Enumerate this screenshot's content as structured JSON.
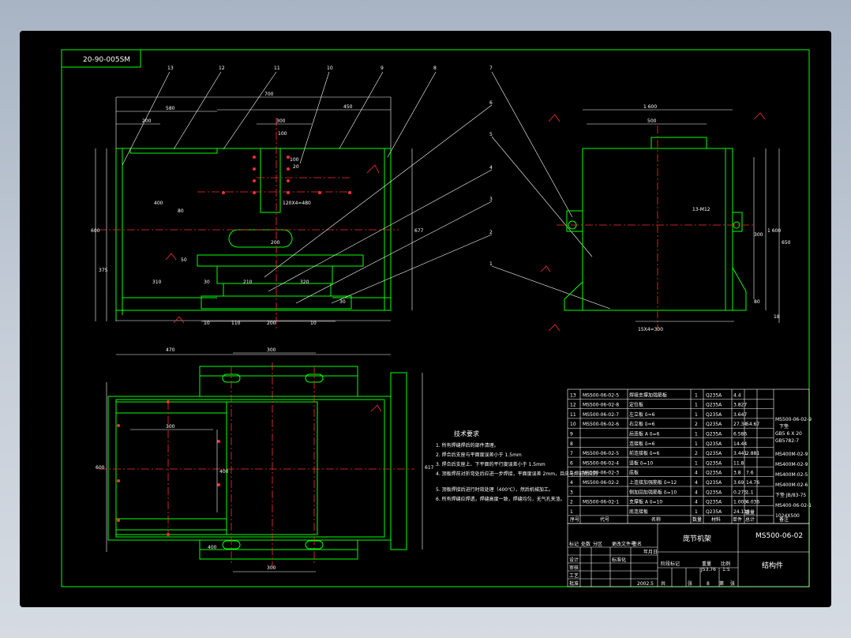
{
  "drawing_code": "20-90-005SM",
  "part_callouts": [
    "13",
    "12",
    "11",
    "10",
    "9",
    "8",
    "7",
    "6",
    "5",
    "4",
    "3",
    "2",
    "1"
  ],
  "dimensions": {
    "front": [
      "580",
      "200",
      "700",
      "450",
      "300",
      "100",
      "20",
      "400",
      "200",
      "600",
      "375",
      "310",
      "30",
      "210",
      "320",
      "10",
      "110",
      "200",
      "10",
      "30",
      "50",
      "677",
      "120X4=480",
      "100",
      "80"
    ],
    "side": [
      "1 600",
      "500",
      "1 600",
      "13-M12",
      "300",
      "650",
      "80",
      "15X4=300",
      "18"
    ],
    "plan": [
      "470",
      "300",
      "300",
      "400",
      "600",
      "617",
      "300",
      "400"
    ]
  },
  "notes": {
    "title": "技术要求",
    "items": [
      "1. 所有焊缝焊后的部件清理。",
      "2. 焊合后支座与平面度误差小于 1.5mm",
      "3. 焊合后支座上、下平面的平行度误差小于 1.5mm",
      "4. 顶板焊前对折弯处后应进一步焊接，平面度误差 2mm，且应与焊前对应的",
      "5. 顶板焊接后进行时效处理（400℃），然后机械加工。",
      "6. 所有焊缝应焊透，焊缝高度一致，焊缝均匀，无气孔夹渣。"
    ]
  },
  "bom": {
    "rows": [
      {
        "no": "13",
        "code": "MS500-06-02-5",
        "name": "焊接支撑加强筋板",
        "qty": "1",
        "mat": "Q235A",
        "w1": "4.4",
        "w2": ""
      },
      {
        "no": "12",
        "code": "MS500-06-02-8",
        "name": "定位板",
        "qty": "1",
        "mat": "Q235A",
        "w1": "3.827",
        "w2": ""
      },
      {
        "no": "11",
        "code": "MS500-06-02-7",
        "name": "左立板 δ=6",
        "qty": "1",
        "mat": "Q235A",
        "w1": "3.647",
        "w2": ""
      },
      {
        "no": "10",
        "code": "MS500-06-02-6",
        "name": "右立板  δ=6",
        "qty": "2",
        "mat": "Q235A",
        "w1": "27.34",
        "w2": "54.67"
      },
      {
        "no": "9",
        "code": "",
        "name": "后连板 A δ=6",
        "qty": "1",
        "mat": "Q235A",
        "w1": "6.586",
        "w2": ""
      },
      {
        "no": "8",
        "code": "",
        "name": "连接板 δ=6",
        "qty": "1",
        "mat": "Q235A",
        "w1": "14.44",
        "w2": ""
      },
      {
        "no": "7",
        "code": "MS500-06-02-5",
        "name": "前连接板 δ=6",
        "qty": "2",
        "mat": "Q235A",
        "w1": "3.441",
        "w2": "2.881"
      },
      {
        "no": "6",
        "code": "MS500-06-02-4",
        "name": "竖板 δ=10",
        "qty": "1",
        "mat": "Q235A",
        "w1": "11.8",
        "w2": ""
      },
      {
        "no": "5",
        "code": "MS500-06-02-3",
        "name": "底板",
        "qty": "4",
        "mat": "Q235A",
        "w1": "3.8",
        "w2": "7.6"
      },
      {
        "no": "4",
        "code": "MS500-06-02-2",
        "name": "上连接加强筋板 δ=12",
        "qty": "4",
        "mat": "Q235A",
        "w1": "3.69",
        "w2": "14.76"
      },
      {
        "no": "3",
        "code": "",
        "name": "侧加固加强筋板 δ=10",
        "qty": "4",
        "mat": "Q235A",
        "w1": "0.275",
        "w2": "1.1"
      },
      {
        "no": "2",
        "code": "MS500-06-02-1",
        "name": "支撑板 A δ=10",
        "qty": "4",
        "mat": "Q235A",
        "w1": "1.009",
        "w2": "4.036"
      },
      {
        "no": "1",
        "code": "",
        "name": "底连接板",
        "qty": "1",
        "mat": "Q235A",
        "w1": "24.115",
        "w2": ""
      }
    ],
    "side_refs": [
      "MS500-06-02-9",
      "下垫",
      "GB5 6 X 20",
      "GB5782-7",
      "MS400M-02-9",
      "MS400M-02-9",
      "MS400M-02-5",
      "MS400M-02-6",
      "下垫 JB/83-75",
      "MS400-06-02-1",
      "1024X500"
    ],
    "header": [
      "序号",
      "代号",
      "名称",
      "数量",
      "材料",
      "单件",
      "总计",
      "重量",
      "备注"
    ]
  },
  "title_block": {
    "project": "庞节机架",
    "drawing_no": "MS500-06-02",
    "part_name": "结构件",
    "weight": "J53.76",
    "scale": "1:5",
    "date": "2002.5",
    "sheet": "8",
    "labels": [
      "标记",
      "处数",
      "分区",
      "更改文件号",
      "签名",
      "年月日",
      "设计",
      "审核",
      "工艺",
      "批准",
      "标准化",
      "阶段标记",
      "重量",
      "比例",
      "共",
      "张",
      "第",
      "张"
    ]
  },
  "colors": {
    "background": "#000000",
    "outline": "#00ff00",
    "centerline": "#ff3030",
    "annotation": "#ffffff",
    "weld": "#ff3030"
  }
}
